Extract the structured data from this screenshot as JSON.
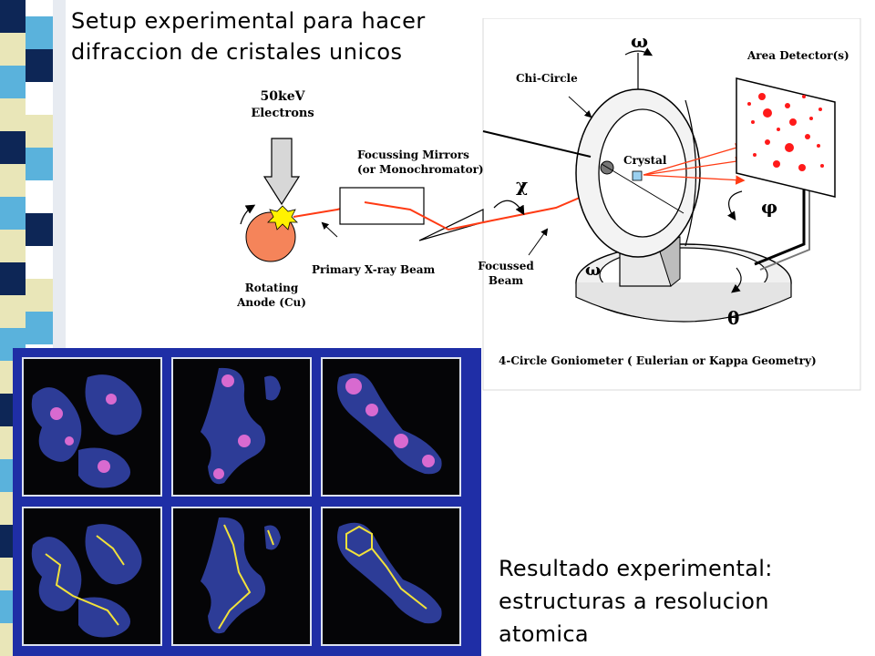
{
  "slide": {
    "title_lines": [
      "Setup experimental para hacer",
      "difraccion de cristales unicos"
    ],
    "caption_lines": [
      "Resultado experimental:",
      "estructuras a resolucion",
      "atomica"
    ]
  },
  "diagram": {
    "electrons_lines": [
      "50keV",
      "Electrons"
    ],
    "anode_lines": [
      "Rotating",
      "Anode (Cu)"
    ],
    "primary_beam": "Primary X-ray Beam",
    "mirrors_lines": [
      "Focussing Mirrors",
      "(or Monochromator)"
    ],
    "focussed_beam_lines": [
      "Focussed",
      "Beam"
    ],
    "chi_circle": "Chi-Circle",
    "crystal": "Crystal",
    "area_detector": "Area Detector(s)",
    "goniometer": "4-Circle Goniometer ( Eulerian or Kappa Geometry)",
    "symbols": {
      "omega": "ω",
      "chi": "χ",
      "phi": "φ",
      "theta": "θ"
    }
  },
  "colors": {
    "beam": "#ff3b14",
    "anode": "#f5845a",
    "spark": "#fff200",
    "spots": "#ff1a1a",
    "panel_frame": "#1f2ea6",
    "strip": [
      "#0e2a5a",
      "#4fb0d8",
      "#e6e2a8",
      "#ffffff",
      "#1c3a78"
    ]
  }
}
